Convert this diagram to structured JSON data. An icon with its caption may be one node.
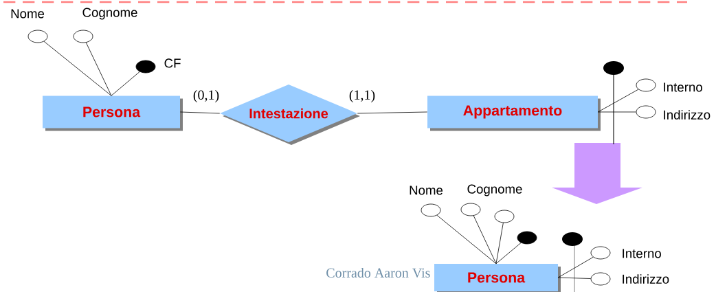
{
  "diagram": {
    "nodes": [
      {
        "text": [
          "Persona"
        ]
      },
      {
        "text": [
          "Intestazione"
        ]
      },
      {
        "text": [
          "Appartamento"
        ]
      },
      {
        "text": [
          "Persona"
        ]
      },
      {
        "text": [
          "Nome"
        ]
      },
      {
        "text": [
          "Cognome"
        ]
      },
      {
        "text": [
          "CF"
        ]
      },
      {
        "text": [
          "Interno"
        ]
      },
      {
        "text": [
          "Indirizzo"
        ]
      },
      {
        "text": [
          "Nome"
        ]
      },
      {
        "text": [
          "Cognome"
        ]
      },
      {
        "text": [],
        "shape": "circle"
      },
      {
        "text": [],
        "shape": "circle"
      },
      {
        "text": [
          "Interno"
        ]
      },
      {
        "text": [
          "Indirizzo"
        ]
      }
    ],
    "edges": [
      {
        "from": 0,
        "to": 4,
        "arrow": "none"
      },
      {
        "from": 0,
        "to": 5,
        "arrow": "none"
      },
      {
        "from": 0,
        "to": 6,
        "arrow": "none"
      },
      {
        "from": 0,
        "to": 1,
        "arrow": "none",
        "label": "(0,1)"
      },
      {
        "from": 1,
        "to": 2,
        "arrow": "none",
        "label": "(1,1)"
      },
      {
        "from": 2,
        "to": 7,
        "arrow": "none"
      },
      {
        "from": 2,
        "to": 8,
        "arrow": "none"
      },
      {
        "from": 3,
        "to": 9,
        "arrow": "none"
      },
      {
        "from": 3,
        "to": 10,
        "arrow": "none"
      },
      {
        "from": 3,
        "to": 11,
        "arrow": "none"
      },
      {
        "from": 3,
        "to": 12,
        "arrow": "none"
      },
      {
        "from": 3,
        "to": 13,
        "arrow": "none"
      },
      {
        "from": 3,
        "to": 14,
        "arrow": "none"
      }
    ],
    "labels": [
      "Corrado Aaron Vis"
    ]
  }
}
